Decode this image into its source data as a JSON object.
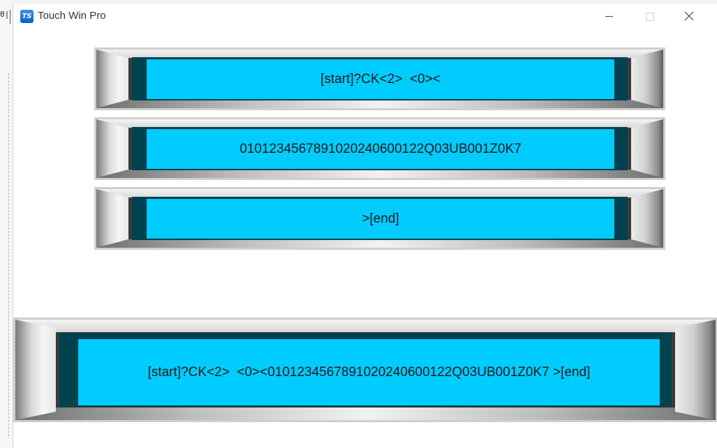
{
  "window": {
    "title": "Touch Win Pro",
    "icon_label": "TS",
    "background_left_tick": "0|"
  },
  "displays": [
    {
      "text": "[start]?CK<2>  <0><"
    },
    {
      "text": "0101234567891020240600122Q03UB001Z0K7"
    },
    {
      "text": ">[end]"
    },
    {
      "text": "[start]?CK<2>  <0><0101234567891020240600122Q03UB001Z0K7 >[end]"
    }
  ],
  "colors": {
    "screen": "#00ccff",
    "screen_border": "#00424f",
    "bezel_dark": "#3a3a3a",
    "app_icon": "#0b5fcc"
  }
}
